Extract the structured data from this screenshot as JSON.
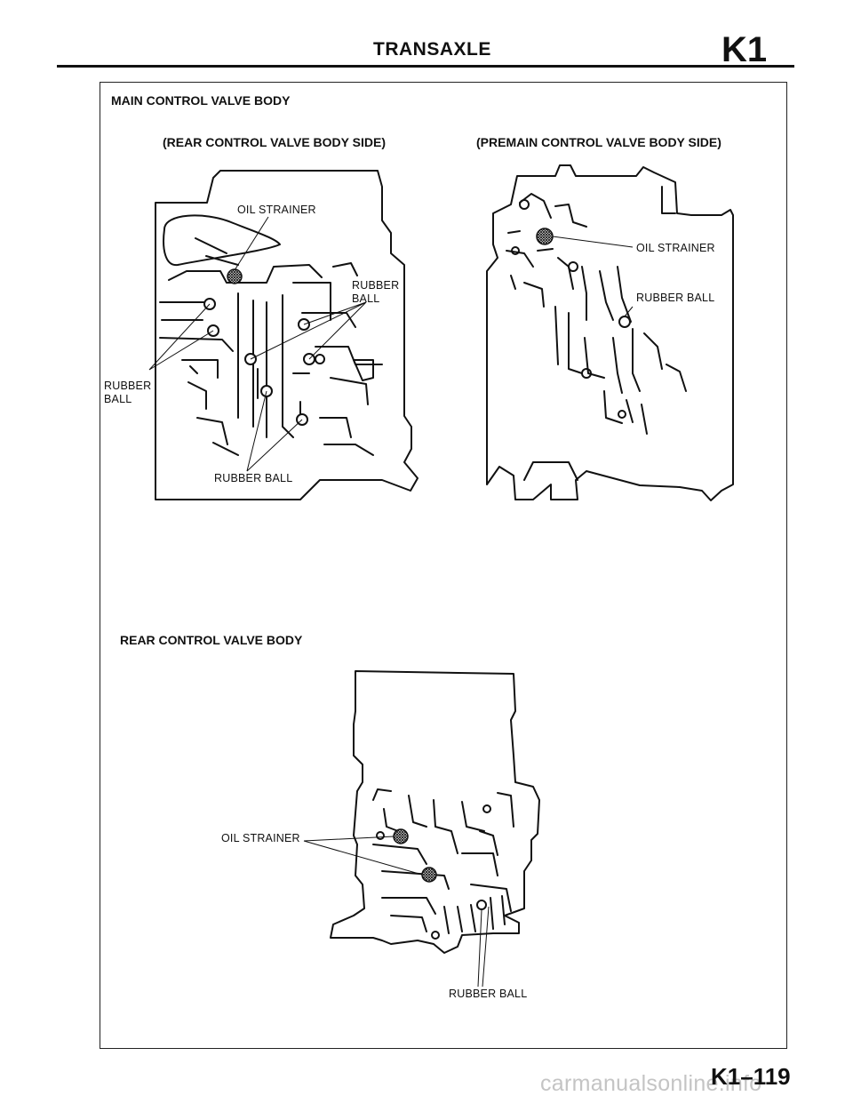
{
  "header": {
    "title": "TRANSAXLE",
    "code": "K1"
  },
  "main_section": {
    "title": "MAIN CONTROL VALVE BODY",
    "left_view": {
      "title": "(REAR CONTROL VALVE BODY SIDE)",
      "labels": {
        "oil_strainer": "OIL STRAINER",
        "rubber_ball_right": "RUBBER\nBALL",
        "rubber_ball_left": "RUBBER\nBALL",
        "rubber_ball_bottom": "RUBBER BALL"
      }
    },
    "right_view": {
      "title": "(PREMAIN CONTROL VALVE BODY SIDE)",
      "labels": {
        "oil_strainer": "OIL STRAINER",
        "rubber_ball": "RUBBER BALL"
      }
    }
  },
  "rear_section": {
    "title": "REAR CONTROL VALVE BODY",
    "labels": {
      "oil_strainer": "OIL STRAINER",
      "rubber_ball": "RUBBER BALL"
    }
  },
  "footer": {
    "page_number": "K1–119"
  },
  "watermark": "carmanualsonline.info"
}
